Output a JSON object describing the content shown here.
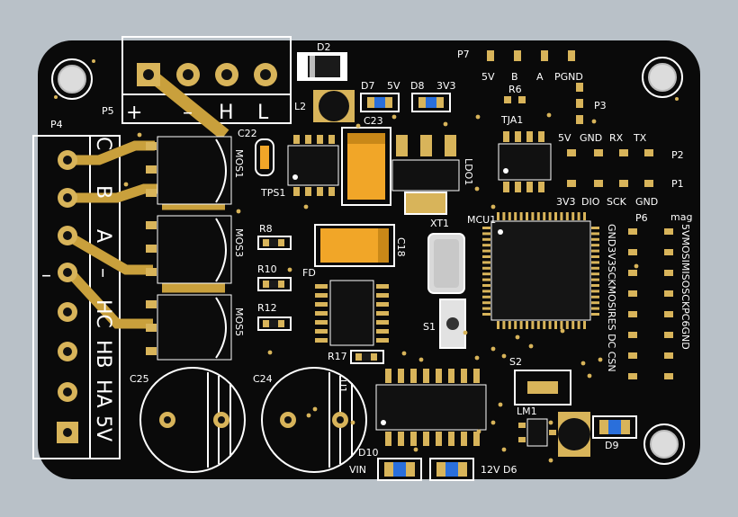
{
  "colors": {
    "background": "#b9c1c8",
    "board": "#0a0a0a",
    "copper": "#c9a03c",
    "pad": "#d8b45a",
    "silk": "#ffffff",
    "tantalum": "#f1a628",
    "led": "#2a6fdb"
  },
  "connectors": {
    "p5": {
      "ref": "P5",
      "pins": [
        "+",
        "–",
        "H",
        "L"
      ]
    },
    "p4": {
      "ref": "P4",
      "pins": [
        "C",
        "B",
        "A",
        "–",
        "HC",
        "HB",
        "HA",
        "5V"
      ],
      "minus_mark": "–"
    },
    "p7": {
      "ref": "P7",
      "pins": [
        "5V",
        "B",
        "A",
        "PGND"
      ]
    },
    "p2": {
      "ref": "P2",
      "pins": [
        "5V",
        "GND",
        "RX",
        "TX"
      ]
    },
    "p1": {
      "ref": "P1",
      "pins": [
        "3V3",
        "DIO",
        "SCK",
        "GND"
      ]
    },
    "p6": {
      "ref": "P6",
      "header_left": "GND3V3SCKMOSIRES DC CSN",
      "header_right": "5VMOSIMISOSCKPC6GND",
      "mag": "mag"
    }
  },
  "designators": {
    "d2": "D2",
    "d7": "D7",
    "d7_val": "5V",
    "d8": "D8",
    "d8_val": "3V3",
    "l2": "L2",
    "c23": "C23",
    "c22": "C22",
    "mos1": "MOS1",
    "mos3": "MOS3",
    "mos5": "MOS5",
    "tps1": "TPS1",
    "ldo1": "LDO1",
    "r6": "R6",
    "p3": "P3",
    "tja1": "TJA1",
    "r8": "R8",
    "r10": "R10",
    "r12": "R12",
    "xt1": "XT1",
    "c18": "C18",
    "mcu1": "MCU1",
    "fd": "FD",
    "s1": "S1",
    "r17": "R17",
    "s2": "S2",
    "u1": "U1",
    "c25": "C25",
    "c24": "C24",
    "lm1": "LM1",
    "d9": "D9",
    "d10": "D10",
    "vin": "VIN",
    "d6": "12V D6"
  }
}
